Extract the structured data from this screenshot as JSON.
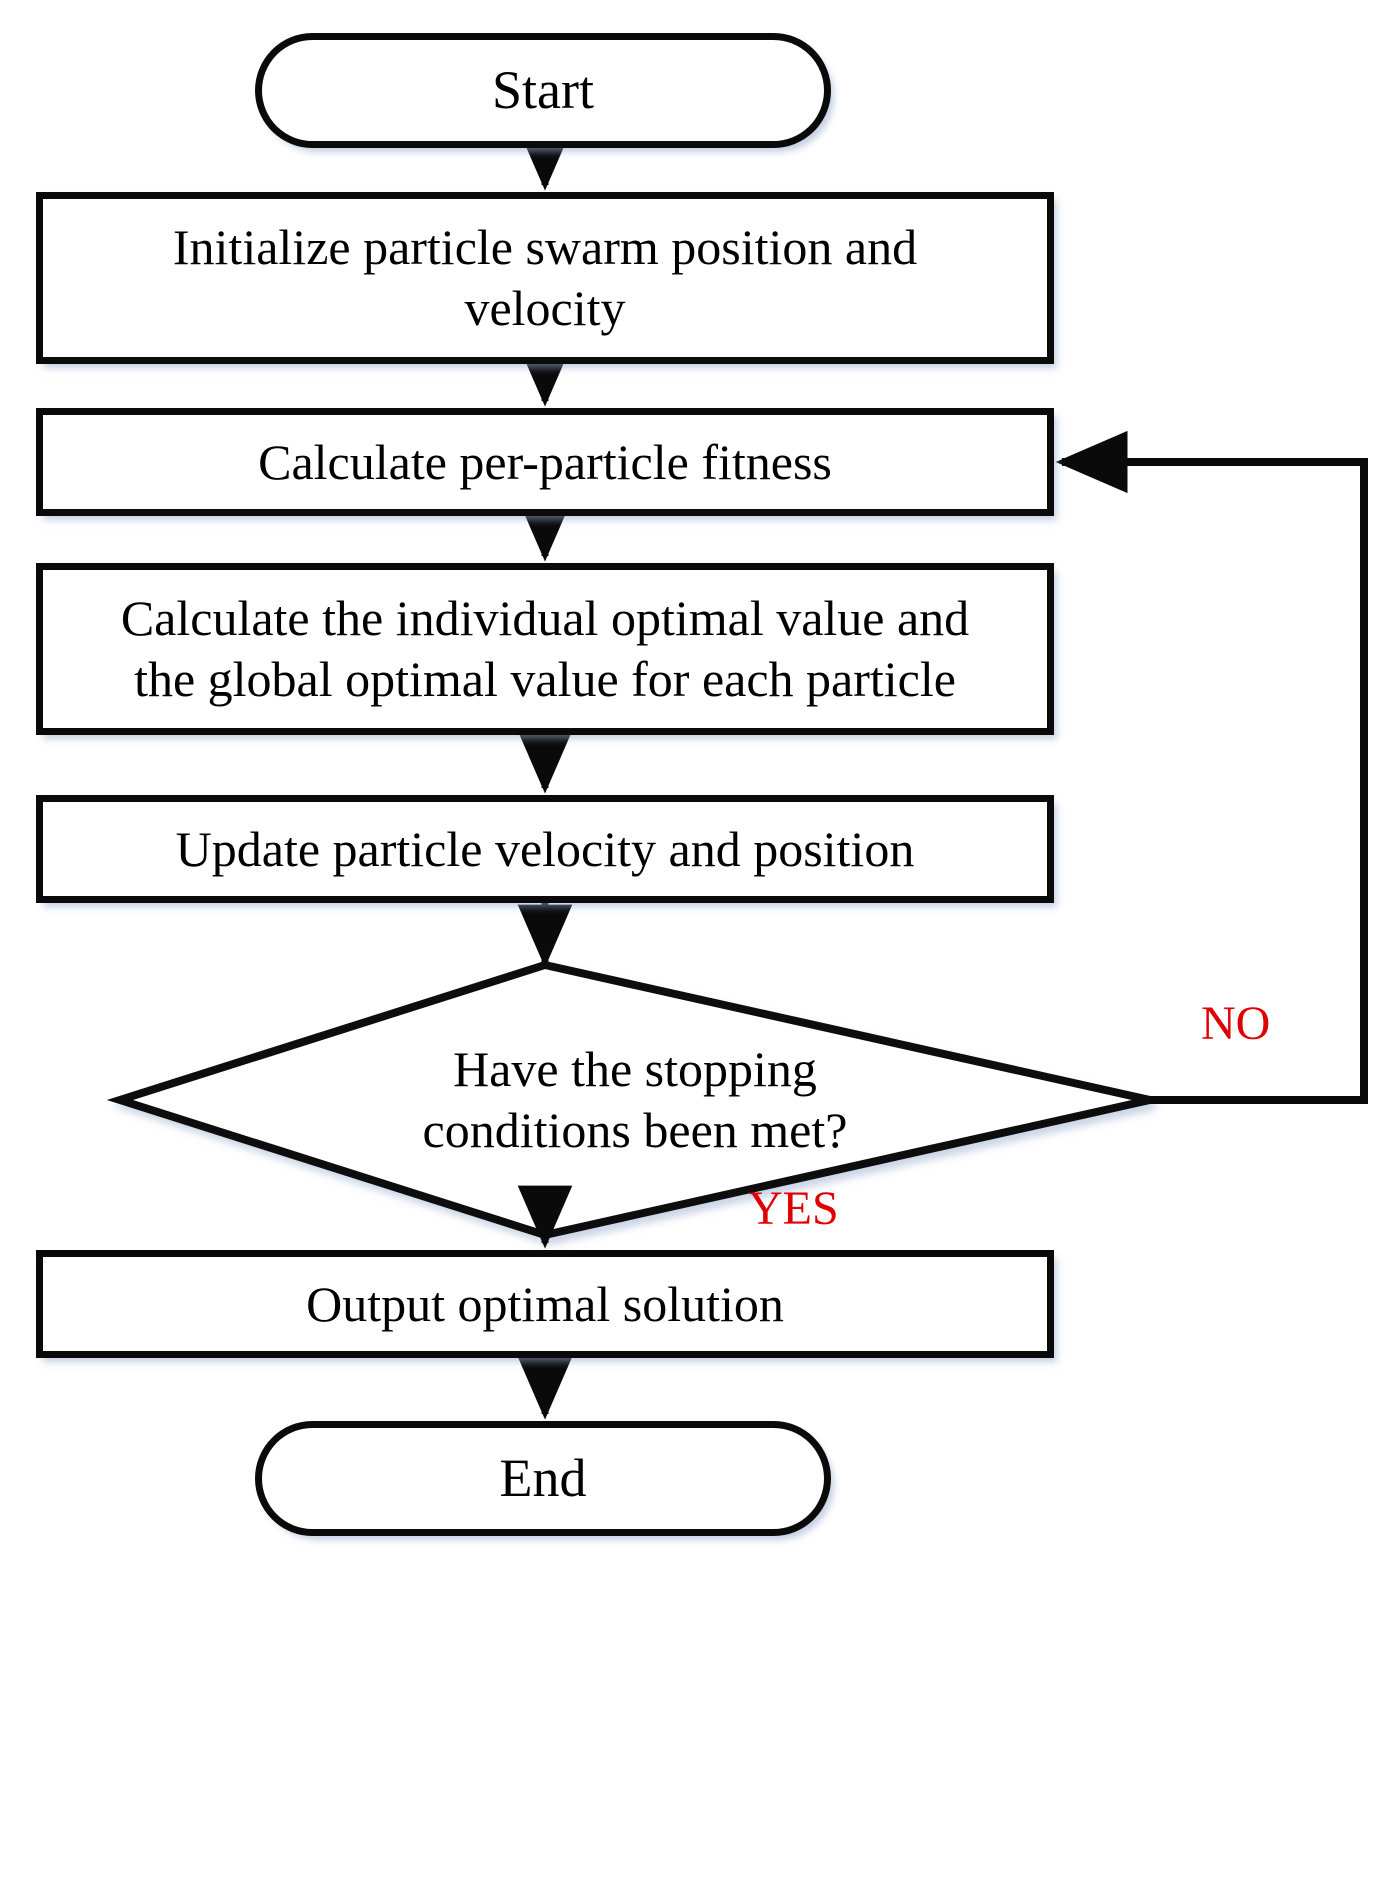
{
  "diagram": {
    "title": "Particle Swarm Optimization flowchart",
    "colors": {
      "stroke": "#0a0a0a",
      "fill": "#ffffff",
      "edge_label": "#e00000",
      "shadow": "#96aacd"
    },
    "nodes": [
      {
        "id": "start",
        "shape": "terminator",
        "label": "Start"
      },
      {
        "id": "init",
        "shape": "process",
        "label": "Initialize particle swarm position and\nvelocity"
      },
      {
        "id": "fitness",
        "shape": "process",
        "label": "Calculate per-particle fitness"
      },
      {
        "id": "best",
        "shape": "process",
        "label": "Calculate the individual optimal value and\nthe global optimal value for each particle"
      },
      {
        "id": "update",
        "shape": "process",
        "label": "Update particle velocity and position"
      },
      {
        "id": "decision",
        "shape": "decision",
        "label": "Have the stopping\nconditions been met?"
      },
      {
        "id": "output",
        "shape": "process",
        "label": "Output optimal solution"
      },
      {
        "id": "end",
        "shape": "terminator",
        "label": "End"
      }
    ],
    "edges": [
      {
        "from": "start",
        "to": "init",
        "label": ""
      },
      {
        "from": "init",
        "to": "fitness",
        "label": ""
      },
      {
        "from": "fitness",
        "to": "best",
        "label": ""
      },
      {
        "from": "best",
        "to": "update",
        "label": ""
      },
      {
        "from": "update",
        "to": "decision",
        "label": ""
      },
      {
        "from": "decision",
        "to": "fitness",
        "label": "NO"
      },
      {
        "from": "decision",
        "to": "output",
        "label": "YES"
      },
      {
        "from": "output",
        "to": "end",
        "label": ""
      }
    ],
    "edge_labels": {
      "no": "NO",
      "yes": "YES"
    }
  }
}
